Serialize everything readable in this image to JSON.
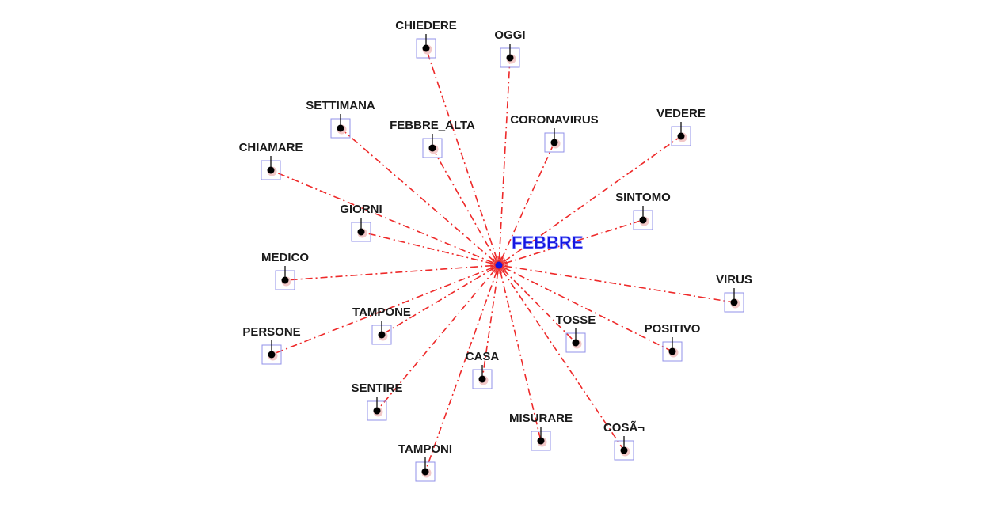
{
  "center": {
    "label": "FEBBRE"
  },
  "nodes": [
    {
      "label": "CHIEDERE"
    },
    {
      "label": "OGGI"
    },
    {
      "label": "SETTIMANA"
    },
    {
      "label": "FEBBRE_ALTA"
    },
    {
      "label": "CORONAVIRUS"
    },
    {
      "label": "VEDERE"
    },
    {
      "label": "CHIAMARE"
    },
    {
      "label": "SINTOMO"
    },
    {
      "label": "GIORNI"
    },
    {
      "label": "MEDICO"
    },
    {
      "label": "VIRUS"
    },
    {
      "label": "TAMPONE"
    },
    {
      "label": "TOSSE"
    },
    {
      "label": "POSITIVO"
    },
    {
      "label": "PERSONE"
    },
    {
      "label": "CASA"
    },
    {
      "label": "SENTIRE"
    },
    {
      "label": "MISURARE"
    },
    {
      "label": "COSÃ¬"
    },
    {
      "label": "TAMPONI"
    }
  ],
  "colors": {
    "edge": "#ee2a2a",
    "center": "#1515e0",
    "box": "#9090e8",
    "dot": "#000000"
  }
}
